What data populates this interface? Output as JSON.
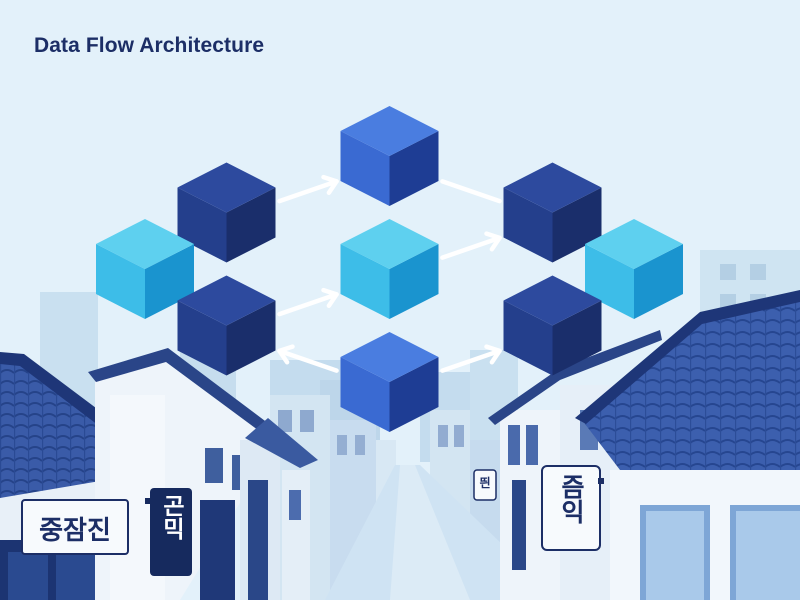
{
  "diagram": {
    "title": "Data Flow Architecture",
    "nodes": [
      {
        "id": "n1",
        "row": 0,
        "col": 3,
        "color": "royal"
      },
      {
        "id": "n2",
        "row": 1,
        "col": 1,
        "color": "navy"
      },
      {
        "id": "n3",
        "row": 1,
        "col": 5,
        "color": "navy"
      },
      {
        "id": "n4",
        "row": 2,
        "col": 0,
        "color": "cyan"
      },
      {
        "id": "n5",
        "row": 2,
        "col": 3,
        "color": "cyan"
      },
      {
        "id": "n6",
        "row": 2,
        "col": 6,
        "color": "cyan"
      },
      {
        "id": "n7",
        "row": 3,
        "col": 1,
        "color": "navy"
      },
      {
        "id": "n8",
        "row": 3,
        "col": 5,
        "color": "navy"
      },
      {
        "id": "n9",
        "row": 4,
        "col": 3,
        "color": "royal"
      }
    ],
    "edges": [
      {
        "from": "n2",
        "to": "n1",
        "arrow": "head"
      },
      {
        "from": "n1",
        "to": "n3",
        "arrow": "none"
      },
      {
        "from": "n4",
        "to": "n2",
        "arrow": "none"
      },
      {
        "from": "n5",
        "to": "n3",
        "arrow": "head"
      },
      {
        "from": "n6",
        "to": "n3",
        "arrow": "head"
      },
      {
        "from": "n7",
        "to": "n4",
        "arrow": "head"
      },
      {
        "from": "n7",
        "to": "n5",
        "arrow": "head"
      },
      {
        "from": "n8",
        "to": "n6",
        "arrow": "head"
      },
      {
        "from": "n9",
        "to": "n7",
        "arrow": "head"
      },
      {
        "from": "n9",
        "to": "n8",
        "arrow": "head"
      }
    ]
  },
  "colors": {
    "sky": "#e3f1fa",
    "title": "#1c2e66",
    "navy": {
      "top": "#2d4a9e",
      "left": "#243f8c",
      "right": "#1a2e6b"
    },
    "royal": {
      "top": "#4a7de0",
      "left": "#3a6ad2",
      "right": "#1e3d94"
    },
    "cyan": {
      "top": "#5ed0ef",
      "left": "#3dbde8",
      "right": "#1a94cf"
    },
    "arrow": "#ffffff"
  },
  "signs": [
    {
      "id": "sign-left",
      "text": "중잠진"
    },
    {
      "id": "sign-left-vertical",
      "text": "곤믹"
    },
    {
      "id": "sign-right-small",
      "text": "띈"
    },
    {
      "id": "sign-right-vertical",
      "text": "즘익"
    }
  ]
}
